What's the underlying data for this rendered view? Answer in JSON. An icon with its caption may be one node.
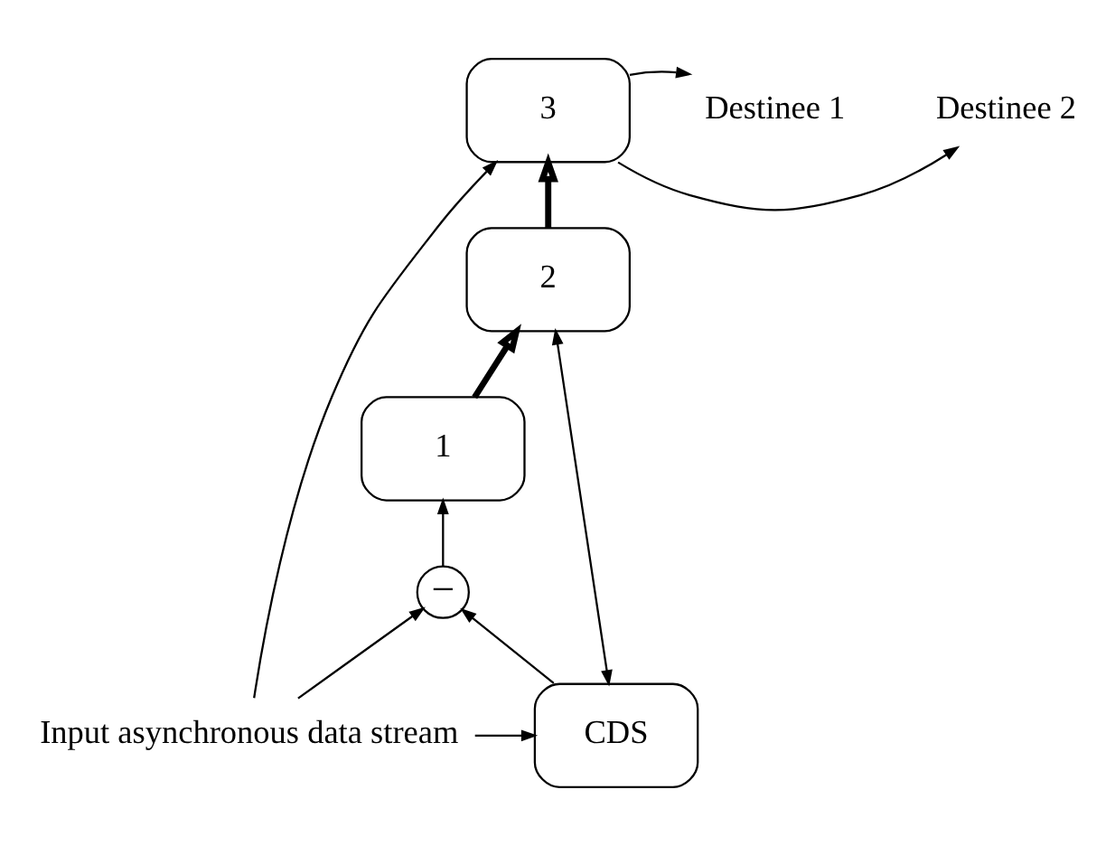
{
  "diagram": {
    "nodes": [
      {
        "text": [
          "Input asynchronous data stream"
        ]
      },
      {
        "text": [
          "3"
        ]
      },
      {
        "text": [
          "2"
        ]
      },
      {
        "text": [
          "1"
        ]
      },
      {
        "text": [
          "−"
        ]
      },
      {
        "text": [
          "CDS"
        ]
      },
      {
        "text": [
          "Destinee 1"
        ]
      },
      {
        "text": [
          "Destinee 2"
        ]
      }
    ],
    "edges": [
      {
        "from": 0,
        "to": 1,
        "arrow": "to"
      },
      {
        "from": 0,
        "to": 5,
        "arrow": "to"
      },
      {
        "from": 0,
        "to": 4,
        "arrow": "to"
      },
      {
        "from": 5,
        "to": 4,
        "arrow": "to"
      },
      {
        "from": 5,
        "to": 2,
        "arrow": "both"
      },
      {
        "from": 4,
        "to": 3,
        "arrow": "to"
      },
      {
        "from": 3,
        "to": 2,
        "arrow": "to",
        "style": "thick"
      },
      {
        "from": 2,
        "to": 1,
        "arrow": "to",
        "style": "thick"
      },
      {
        "from": 1,
        "to": 6,
        "arrow": "to"
      },
      {
        "from": 1,
        "to": 7,
        "arrow": "to"
      }
    ]
  }
}
